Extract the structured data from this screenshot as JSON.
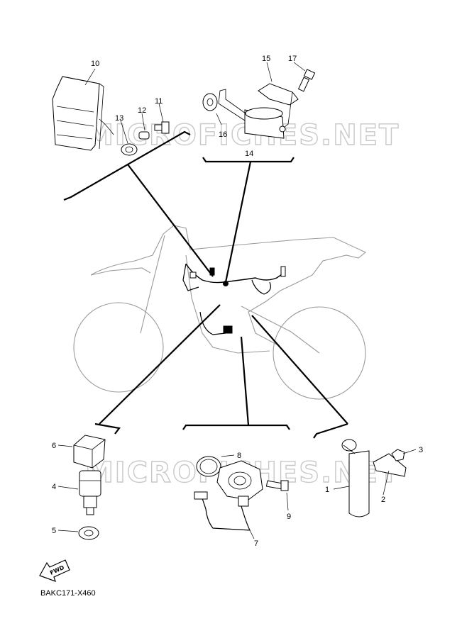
{
  "callouts": {
    "c1": "1",
    "c2": "2",
    "c3": "3",
    "c4": "4",
    "c5": "5",
    "c6": "6",
    "c7": "7",
    "c8": "8",
    "c9": "9",
    "c10": "10",
    "c11": "11",
    "c12": "12",
    "c13": "13",
    "c14": "14",
    "c15": "15",
    "c16": "16",
    "c17": "17"
  },
  "watermark": "MICROFICHES.NET",
  "fwd_label": "FWD",
  "diagram_code": "BAKC171-X460"
}
